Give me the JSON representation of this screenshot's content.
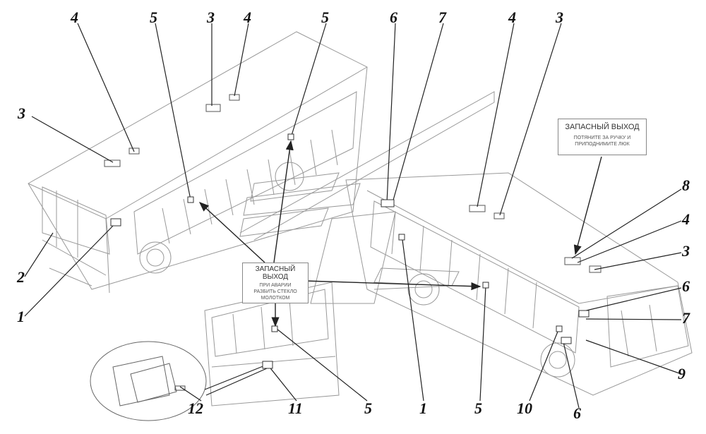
{
  "callouts": {
    "n1": "1",
    "n2": "2",
    "n3": "3",
    "n4": "4",
    "n5": "5",
    "n6": "6",
    "n7": "7",
    "n8": "8",
    "n9": "9",
    "n10": "10",
    "n11": "11",
    "n12": "12"
  },
  "signs": {
    "roof": {
      "title": "ЗАПАСНЫЙ ВЫХОД",
      "line1": "ПОТЯНИТЕ ЗА РУЧКУ И",
      "line2": "ПРИПОДНИМИТЕ ЛЮК"
    },
    "window": {
      "title1": "ЗАПАСНЫЙ",
      "title2": "ВЫХОД",
      "line1": "ПРИ АВАРИИ",
      "line2": "РАЗБИТЬ СТЕКЛО",
      "line3": "МОЛОТКОМ"
    }
  }
}
